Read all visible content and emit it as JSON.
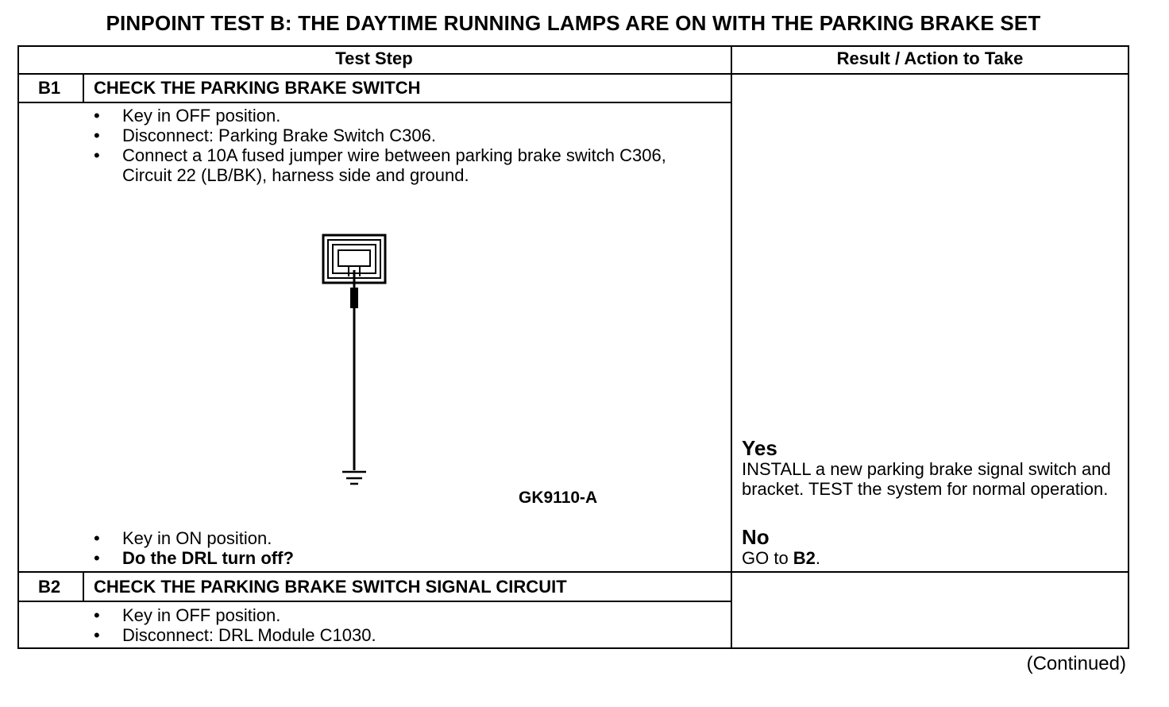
{
  "title": "PINPOINT TEST B: THE DAYTIME RUNNING LAMPS ARE ON WITH THE PARKING BRAKE SET",
  "header": {
    "test_step": "Test Step",
    "result_action": "Result / Action to Take"
  },
  "steps": [
    {
      "id": "B1",
      "title": "CHECK THE PARKING BRAKE SWITCH",
      "instructions_before": [
        "Key in OFF position.",
        "Disconnect: Parking Brake Switch C306.",
        "Connect a 10A fused jumper wire between parking brake switch C306, Circuit 22 (LB/BK), harness side and ground."
      ],
      "figure_label": "GK9110-A",
      "instructions_after": [
        "Key in ON position.",
        "Do the DRL turn off?"
      ],
      "yes_label": "Yes",
      "yes_text": "INSTALL a new parking brake signal switch and bracket. TEST the system for normal operation.",
      "no_label": "No",
      "no_text_prefix": "GO to ",
      "no_text_target": "B2",
      "no_text_suffix": "."
    },
    {
      "id": "B2",
      "title": "CHECK THE PARKING BRAKE SWITCH SIGNAL CIRCUIT",
      "instructions_before": [
        "Key in OFF position.",
        "Disconnect: DRL Module C1030."
      ]
    }
  ],
  "continued": "(Continued)"
}
